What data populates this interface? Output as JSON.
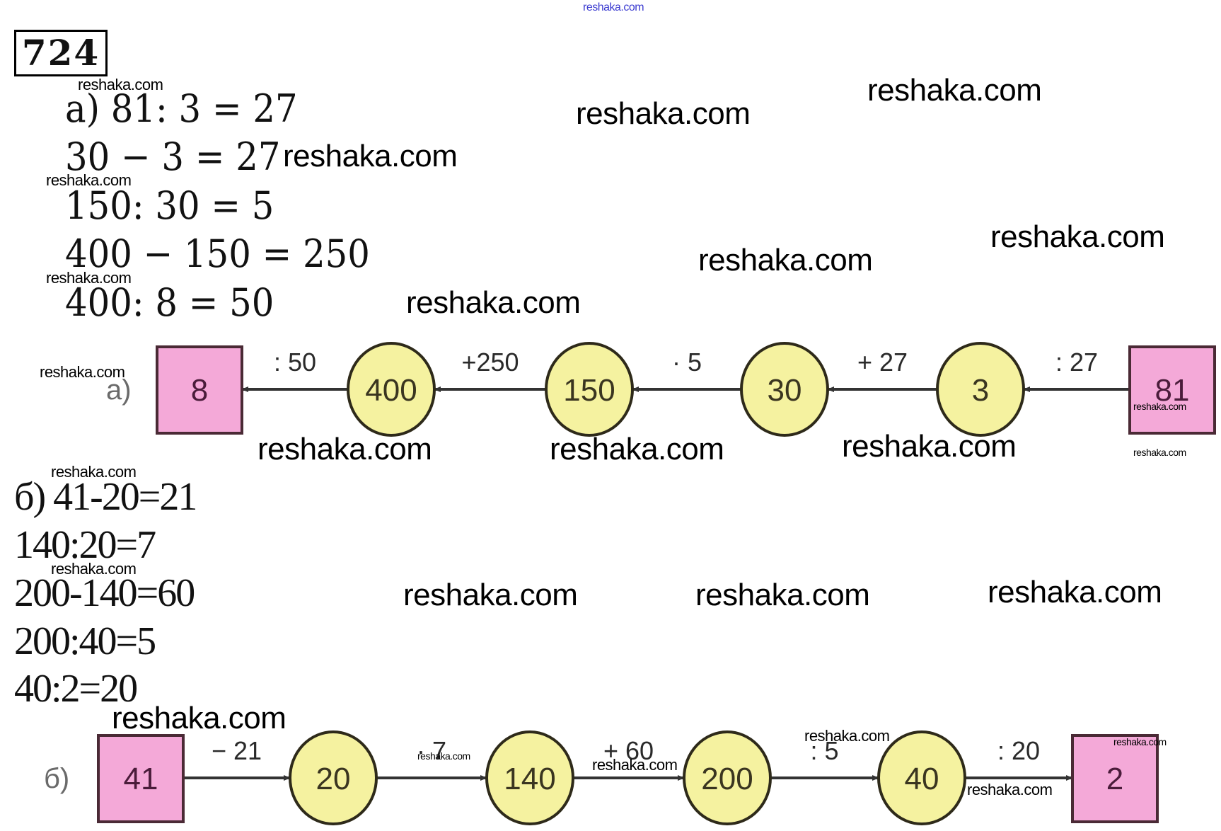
{
  "site_watermark_top": "reshaka.com",
  "task_number": "724",
  "watermark_text": "reshaka.com",
  "part_a": {
    "label": "а)",
    "equations": [
      "а) 81: 3 = 27",
      "30 − 3 = 27",
      "150: 30 = 5",
      "400 − 150 = 250",
      "400: 8 = 50"
    ],
    "diagram": {
      "label": "а)",
      "direction": "right-to-left",
      "nodes": [
        {
          "shape": "square",
          "value": "8"
        },
        {
          "shape": "circle",
          "value": "400"
        },
        {
          "shape": "circle",
          "value": "150"
        },
        {
          "shape": "circle",
          "value": "30"
        },
        {
          "shape": "circle",
          "value": "3"
        },
        {
          "shape": "square",
          "value": "81"
        }
      ],
      "operations": [
        ": 50",
        "+250",
        "· 5",
        "+ 27",
        ": 27"
      ]
    }
  },
  "part_b": {
    "label": "б)",
    "equations": [
      "б) 41-20=21",
      "140:20=7",
      "200-140=60",
      "200:40=5",
      "40:2=20"
    ],
    "diagram": {
      "label": "б)",
      "direction": "left-to-right",
      "nodes": [
        {
          "shape": "square",
          "value": "41"
        },
        {
          "shape": "circle",
          "value": "20"
        },
        {
          "shape": "circle",
          "value": "140"
        },
        {
          "shape": "circle",
          "value": "200"
        },
        {
          "shape": "circle",
          "value": "40"
        },
        {
          "shape": "square",
          "value": "2"
        }
      ],
      "operations": [
        "− 21",
        "· 7",
        "+ 60",
        ": 5",
        ": 20"
      ]
    }
  },
  "colors": {
    "square_fill": "#f4a9d8",
    "square_border": "#4a2a35",
    "circle_fill": "#f5f2a0",
    "circle_border": "#2e2a1a",
    "arrow": "#333333",
    "watermark_top": "#3b3bd0"
  }
}
